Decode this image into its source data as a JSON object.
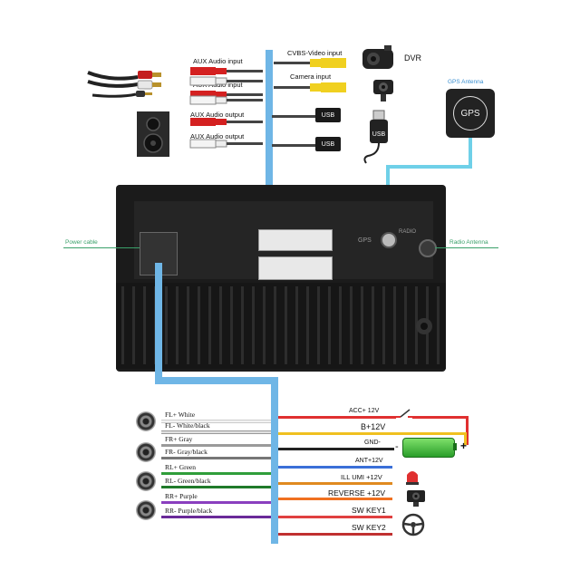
{
  "top_left": {
    "aux_in_1": "AUX Audio input",
    "aux_in_2": "AUX Audio input",
    "aux_out_1": "AUX Audio output",
    "aux_out_2": "AUX Audio output"
  },
  "top_right": {
    "cvbs": "CVBS-Video input",
    "camera": "Camera  input",
    "dvr": "DVR",
    "usb1": "USB",
    "usb2": "USB",
    "usb_icon": "USB",
    "gps_antenna": "GPS Antenna",
    "gps_box": "GPS"
  },
  "unit": {
    "power_cable": "Power cable",
    "radio_antenna": "Radio Antenna",
    "gps_port": "GPS",
    "radio_port": "RADIO"
  },
  "left_wires": [
    {
      "label": "FL+ White",
      "color": "#f2f2f2"
    },
    {
      "label": "FL- White/black",
      "color": "#d9d9d9"
    },
    {
      "label": "FR+ Gray",
      "color": "#9a9a9a"
    },
    {
      "label": "FR- Gray/black",
      "color": "#777777"
    },
    {
      "label": "RL+ Green",
      "color": "#2f9e3a"
    },
    {
      "label": "RL- Green/black",
      "color": "#1f7a2a"
    },
    {
      "label": "RR+ Purple",
      "color": "#8a3fbf"
    },
    {
      "label": "RR- Purple/black",
      "color": "#6a2a99"
    }
  ],
  "right_wires": [
    {
      "label": "ACC+  12V",
      "color": "#e03030"
    },
    {
      "label": "B+12V",
      "color": "#f0c020"
    },
    {
      "label": "GND-",
      "color": "#222222"
    },
    {
      "label": "ANT+12V",
      "color": "#3a6fd8"
    },
    {
      "label": "ILL UMI +12V",
      "color": "#e08a20"
    },
    {
      "label": "REVERSE +12V",
      "color": "#f07020"
    },
    {
      "label": "SW KEY1",
      "color": "#e04040"
    },
    {
      "label": "SW KEY2",
      "color": "#c03030"
    }
  ],
  "battery": {
    "plus": "+",
    "minus": "-"
  },
  "colors": {
    "harness_blue": "#6fb6e6",
    "unit_body": "#1b1b1b"
  }
}
